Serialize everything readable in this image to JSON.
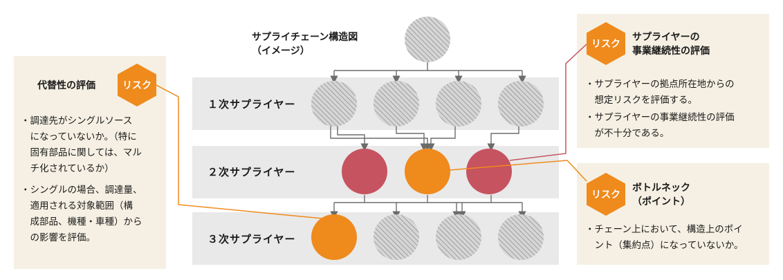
{
  "diagram": {
    "title_lines": [
      "サプライチェーン構造図",
      "（イメージ）"
    ],
    "tiers": [
      {
        "label": "１次サプライヤー"
      },
      {
        "label": "２次サプライヤー"
      },
      {
        "label": "３次サプライヤー"
      }
    ]
  },
  "risk_badge_text": "リスク",
  "left_panel": {
    "title": "代替性の評価",
    "bullets": [
      {
        "lines": [
          "・調達先がシングルソース",
          "　になっていないか。（特に",
          "　固有部品に関しては、マル",
          "　チ化されているか）"
        ]
      },
      {
        "lines": [
          "・シングルの場合、調達量、",
          "　適用される対象範囲（構",
          "　成部品、機種・車種）から",
          "　の影響を評価。"
        ]
      }
    ]
  },
  "right_top_panel": {
    "title_lines": [
      "サプライヤーの",
      "事業継続性の評価"
    ],
    "bullets": [
      {
        "lines": [
          "・サプライヤーの拠点所在地からの",
          "　想定リスクを評価する。"
        ]
      },
      {
        "lines": [
          "・サプライヤーの事業継続性の評価",
          "　が不十分である。"
        ]
      }
    ]
  },
  "right_bottom_panel": {
    "title_lines": [
      "ボトルネック",
      "（ポイント）"
    ],
    "bullets": [
      {
        "lines": [
          "・チェーン上において、構造上のポイ",
          "　ント（集約点）になっていないか。"
        ]
      }
    ]
  },
  "colors": {
    "risk_orange": "#ef8a1c",
    "risk_red": "#c65360",
    "hatched_gray": "#b9b9b9",
    "connector_orange": "#ef8a1c",
    "connector_red": "#c65360"
  }
}
